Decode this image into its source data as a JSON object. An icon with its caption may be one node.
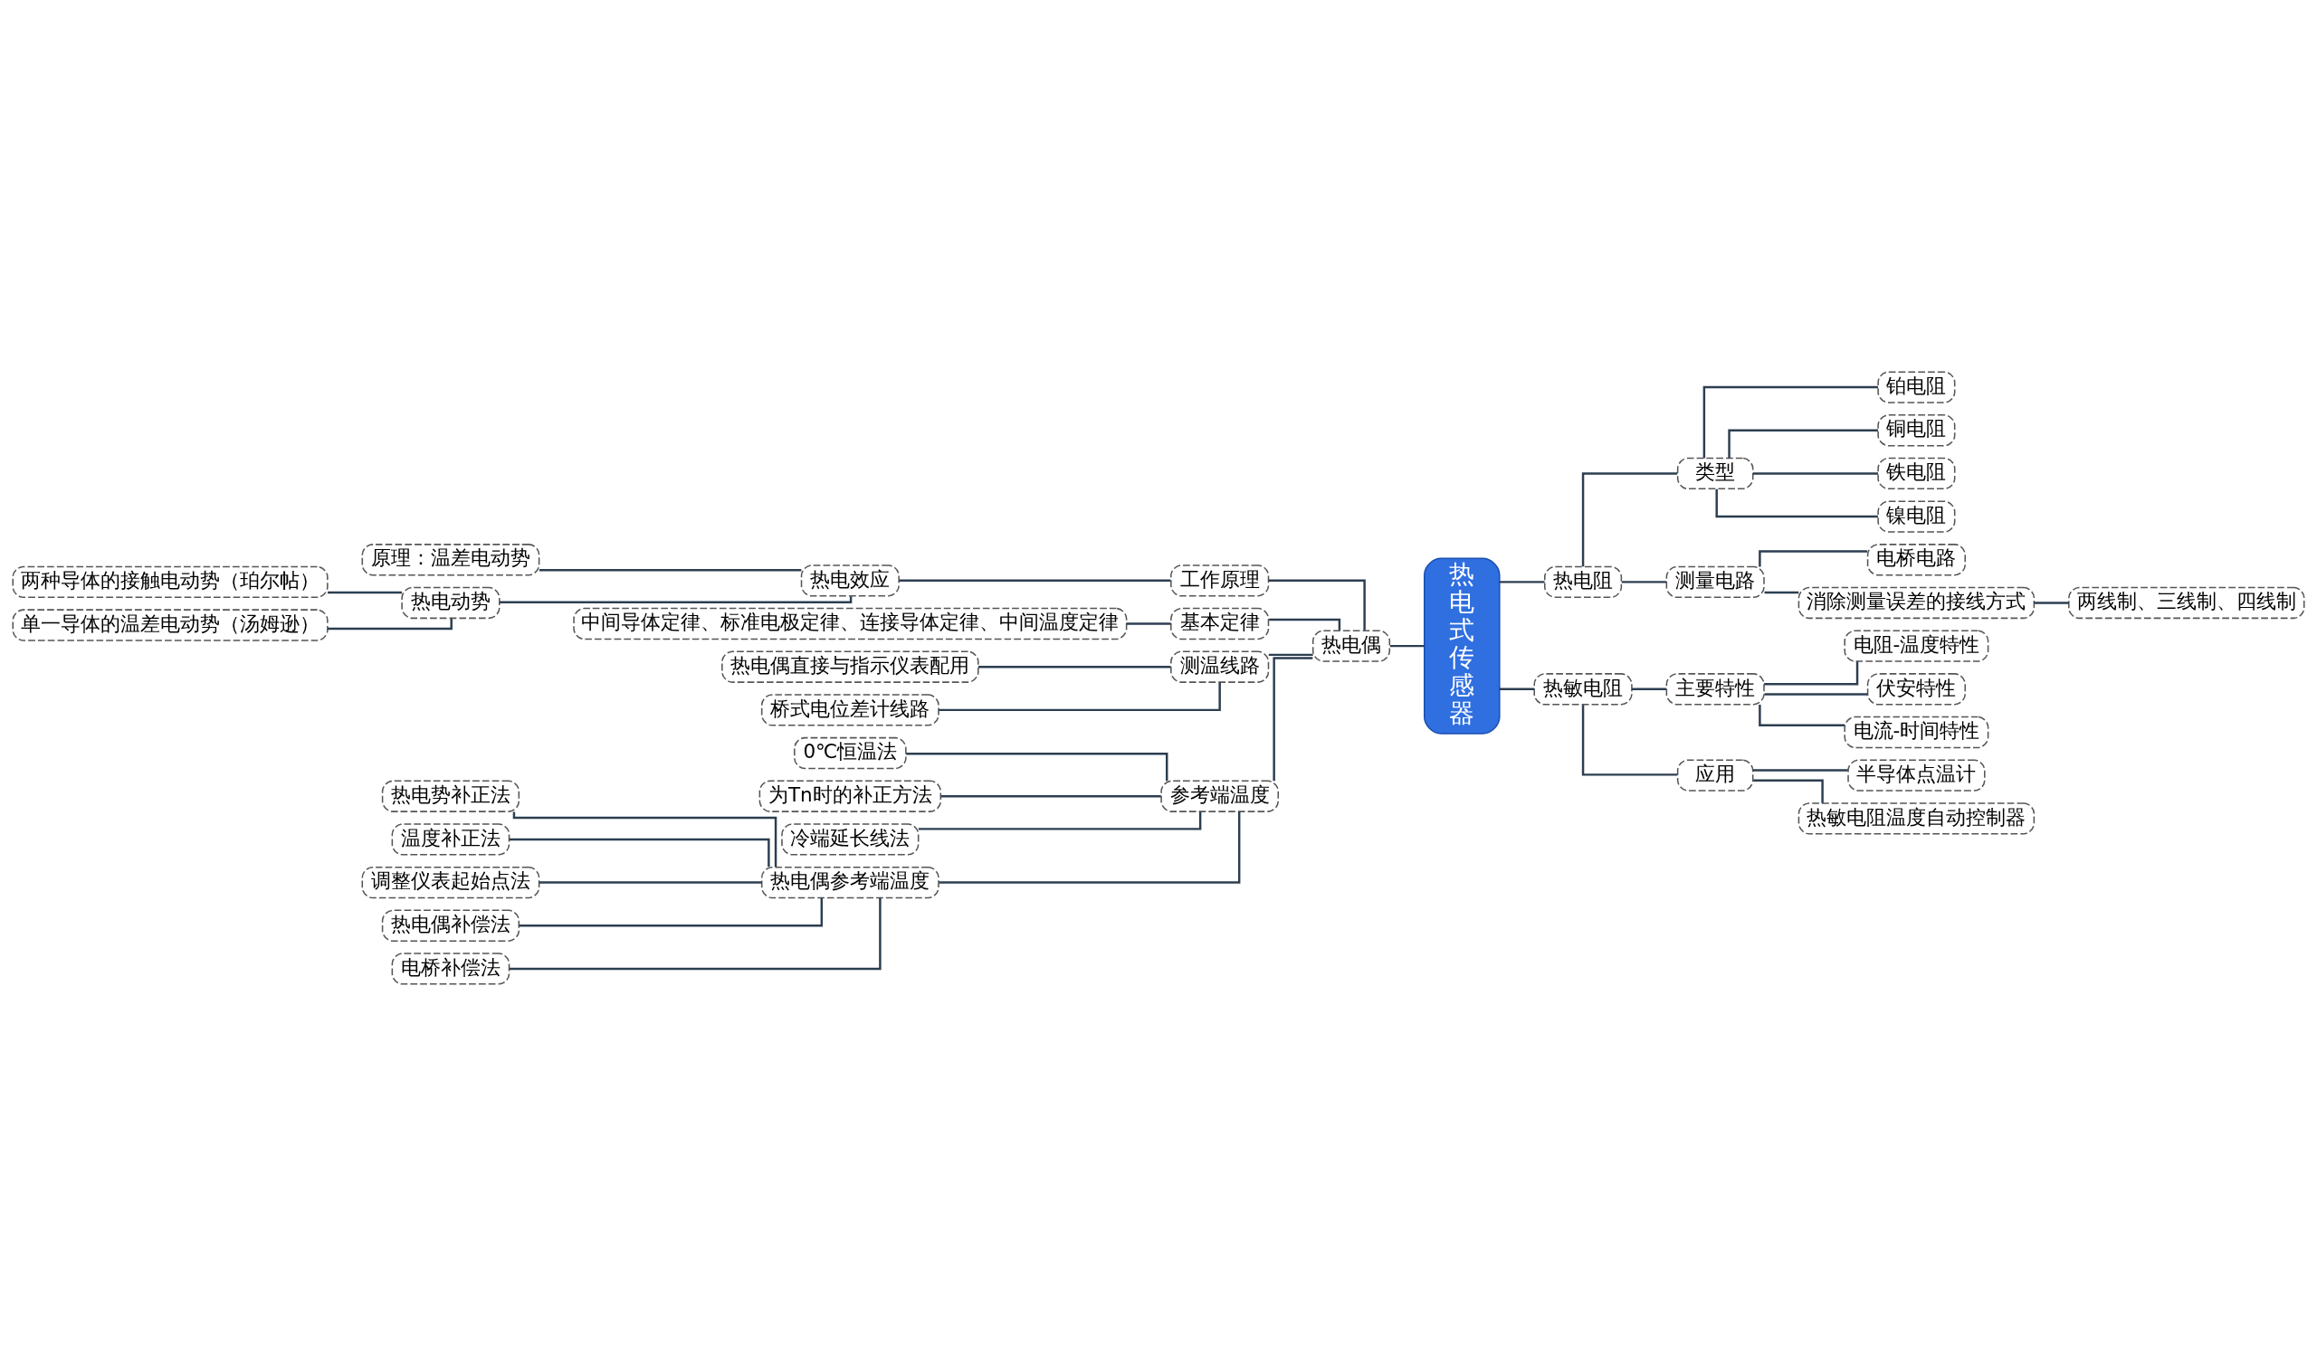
{
  "diagram": {
    "nodes": [
      {
        "text": [
          "热电式传感器"
        ]
      },
      {
        "text": [
          "热电偶"
        ]
      },
      {
        "text": [
          "工作原理"
        ]
      },
      {
        "text": [
          "热电效应"
        ]
      },
      {
        "text": [
          "原理：温差电动势"
        ]
      },
      {
        "text": [
          "热电动势"
        ]
      },
      {
        "text": [
          "两种导体的接触电动势（珀尔帖）"
        ]
      },
      {
        "text": [
          "单一导体的温差电动势（汤姆逊）"
        ]
      },
      {
        "text": [
          "基本定律"
        ]
      },
      {
        "text": [
          "中间导体定律、标准电极定律、连接导体定律、中间温度定律"
        ]
      },
      {
        "text": [
          "测温线路"
        ]
      },
      {
        "text": [
          "热电偶直接与指示仪表配用"
        ]
      },
      {
        "text": [
          "桥式电位差计线路"
        ]
      },
      {
        "text": [
          "参考端温度"
        ]
      },
      {
        "text": [
          "0℃恒温法"
        ]
      },
      {
        "text": [
          "为Tn时的补正方法"
        ]
      },
      {
        "text": [
          "冷端延长线法"
        ]
      },
      {
        "text": [
          "热电偶参考端温度"
        ]
      },
      {
        "text": [
          "热电势补正法"
        ]
      },
      {
        "text": [
          "温度补正法"
        ]
      },
      {
        "text": [
          "调整仪表起始点法"
        ]
      },
      {
        "text": [
          "热电偶补偿法"
        ]
      },
      {
        "text": [
          "电桥补偿法"
        ]
      },
      {
        "text": [
          "热电阻"
        ]
      },
      {
        "text": [
          "类型"
        ]
      },
      {
        "text": [
          "铂电阻"
        ]
      },
      {
        "text": [
          "铜电阻"
        ]
      },
      {
        "text": [
          "铁电阻"
        ]
      },
      {
        "text": [
          "镍电阻"
        ]
      },
      {
        "text": [
          "测量电路"
        ]
      },
      {
        "text": [
          "电桥电路"
        ]
      },
      {
        "text": [
          "消除测量误差的接线方式"
        ]
      },
      {
        "text": [
          "两线制、三线制、四线制"
        ]
      },
      {
        "text": [
          "热敏电阻"
        ]
      },
      {
        "text": [
          "主要特性"
        ]
      },
      {
        "text": [
          "电阻-温度特性"
        ]
      },
      {
        "text": [
          "伏安特性"
        ]
      },
      {
        "text": [
          "电流-时间特性"
        ]
      },
      {
        "text": [
          "应用"
        ]
      },
      {
        "text": [
          "半导体点温计"
        ]
      },
      {
        "text": [
          "热敏电阻温度自动控制器"
        ]
      }
    ],
    "edges": [
      {
        "from": 0,
        "to": 1,
        "arrow": "none"
      },
      {
        "from": 1,
        "to": 2,
        "arrow": "none"
      },
      {
        "from": 2,
        "to": 3,
        "arrow": "none"
      },
      {
        "from": 3,
        "to": 4,
        "arrow": "none"
      },
      {
        "from": 3,
        "to": 5,
        "arrow": "none"
      },
      {
        "from": 5,
        "to": 6,
        "arrow": "none"
      },
      {
        "from": 5,
        "to": 7,
        "arrow": "none"
      },
      {
        "from": 1,
        "to": 8,
        "arrow": "none"
      },
      {
        "from": 8,
        "to": 9,
        "arrow": "none"
      },
      {
        "from": 1,
        "to": 10,
        "arrow": "none"
      },
      {
        "from": 10,
        "to": 11,
        "arrow": "none"
      },
      {
        "from": 10,
        "to": 12,
        "arrow": "none"
      },
      {
        "from": 1,
        "to": 13,
        "arrow": "none"
      },
      {
        "from": 13,
        "to": 14,
        "arrow": "none"
      },
      {
        "from": 13,
        "to": 15,
        "arrow": "none"
      },
      {
        "from": 13,
        "to": 16,
        "arrow": "none"
      },
      {
        "from": 13,
        "to": 17,
        "arrow": "none"
      },
      {
        "from": 17,
        "to": 18,
        "arrow": "none"
      },
      {
        "from": 17,
        "to": 19,
        "arrow": "none"
      },
      {
        "from": 17,
        "to": 20,
        "arrow": "none"
      },
      {
        "from": 17,
        "to": 21,
        "arrow": "none"
      },
      {
        "from": 17,
        "to": 22,
        "arrow": "none"
      },
      {
        "from": 0,
        "to": 23,
        "arrow": "none"
      },
      {
        "from": 23,
        "to": 24,
        "arrow": "none"
      },
      {
        "from": 24,
        "to": 25,
        "arrow": "none"
      },
      {
        "from": 24,
        "to": 26,
        "arrow": "none"
      },
      {
        "from": 24,
        "to": 27,
        "arrow": "none"
      },
      {
        "from": 24,
        "to": 28,
        "arrow": "none"
      },
      {
        "from": 23,
        "to": 29,
        "arrow": "none"
      },
      {
        "from": 29,
        "to": 30,
        "arrow": "none"
      },
      {
        "from": 29,
        "to": 31,
        "arrow": "none"
      },
      {
        "from": 31,
        "to": 32,
        "arrow": "none"
      },
      {
        "from": 0,
        "to": 33,
        "arrow": "none"
      },
      {
        "from": 33,
        "to": 34,
        "arrow": "none"
      },
      {
        "from": 34,
        "to": 35,
        "arrow": "none"
      },
      {
        "from": 34,
        "to": 36,
        "arrow": "none"
      },
      {
        "from": 34,
        "to": 37,
        "arrow": "none"
      },
      {
        "from": 33,
        "to": 38,
        "arrow": "none"
      },
      {
        "from": 38,
        "to": 39,
        "arrow": "none"
      },
      {
        "from": 38,
        "to": 40,
        "arrow": "none"
      }
    ]
  }
}
